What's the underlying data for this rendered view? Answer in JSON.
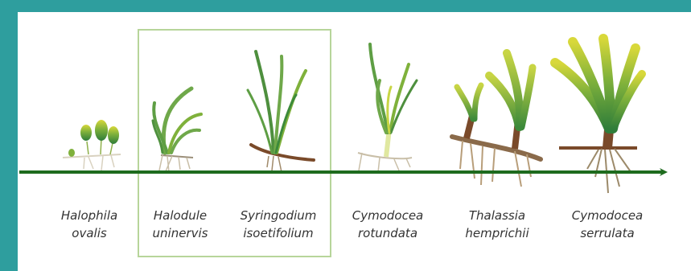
{
  "species": [
    {
      "genus": "Halophila",
      "epithet": "ovalis"
    },
    {
      "genus": "Halodule",
      "epithet": "uninervis"
    },
    {
      "genus": "Syringodium",
      "epithet": "isoetifolium"
    },
    {
      "genus": "Cymodocea",
      "epithet": "rotundata"
    },
    {
      "genus": "Thalassia",
      "epithet": "hemprichii"
    },
    {
      "genus": "Cymodocea",
      "epithet": "serrulata"
    }
  ],
  "highlighted_species": [
    "Halodule uninervis",
    "Syringodium isoetifolium"
  ],
  "colors": {
    "background_frame": "#2e9e9e",
    "panel": "#ffffff",
    "arrow": "#1e6b1e",
    "highlight_box": "#b7d59a",
    "leaf_green": "#7fb13b",
    "leaf_dark": "#2f7d3a",
    "leaf_yellow": "#d8d83a",
    "rhizome_brown": "#7a4a2a",
    "root_light": "#c9bfa8"
  },
  "icons": [
    "halophila-plant-icon",
    "halodule-plant-icon",
    "syringodium-plant-icon",
    "cymodocea-rotundata-plant-icon",
    "thalassia-plant-icon",
    "cymodocea-serrulata-plant-icon"
  ]
}
